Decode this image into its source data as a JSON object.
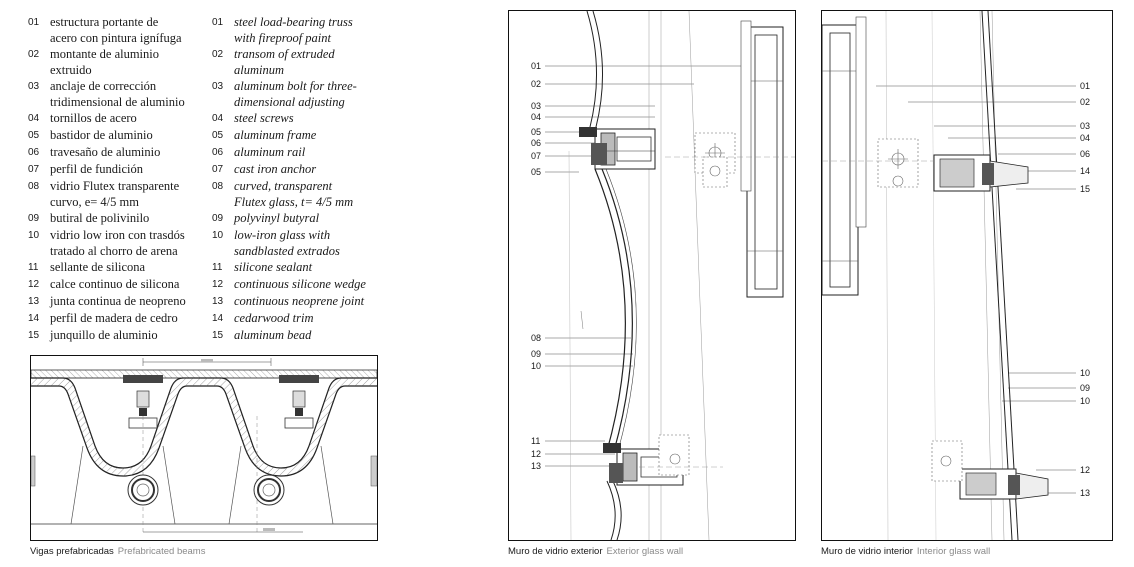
{
  "legend": {
    "spanish": [
      {
        "num": "01",
        "text": "estructura portante de\nacero con pintura ignífuga"
      },
      {
        "num": "02",
        "text": "montante de aluminio\nextruido"
      },
      {
        "num": "03",
        "text": "anclaje de corrección\ntridimensional de aluminio"
      },
      {
        "num": "04",
        "text": "tornillos de acero"
      },
      {
        "num": "05",
        "text": "bastidor de aluminio"
      },
      {
        "num": "06",
        "text": "travesaño de aluminio"
      },
      {
        "num": "07",
        "text": "perfil de fundición"
      },
      {
        "num": "08",
        "text": "vidrio Flutex transparente\ncurvo, e= 4/5 mm"
      },
      {
        "num": "09",
        "text": "butiral de polivinilo"
      },
      {
        "num": "10",
        "text": "vidrio low iron con trasdós\ntratado al chorro de arena"
      },
      {
        "num": "11",
        "text": "sellante de silicona"
      },
      {
        "num": "12",
        "text": "calce continuo de silicona"
      },
      {
        "num": "13",
        "text": "junta continua de neopreno"
      },
      {
        "num": "14",
        "text": "perfil de madera de cedro"
      },
      {
        "num": "15",
        "text": "junquillo de aluminio"
      }
    ],
    "english": [
      {
        "num": "01",
        "text": "steel load-bearing truss\nwith fireproof paint"
      },
      {
        "num": "02",
        "text": "transom of extruded\naluminum"
      },
      {
        "num": "03",
        "text": "aluminum bolt for three-\ndimensional adjusting"
      },
      {
        "num": "04",
        "text": "steel screws"
      },
      {
        "num": "05",
        "text": "aluminum frame"
      },
      {
        "num": "06",
        "text": "aluminum rail"
      },
      {
        "num": "07",
        "text": "cast iron anchor"
      },
      {
        "num": "08",
        "text": "curved, transparent\nFlutex glass, t= 4/5 mm"
      },
      {
        "num": "09",
        "text": "polyvinyl butyral"
      },
      {
        "num": "10",
        "text": "low-iron glass with\nsandblasted extrados"
      },
      {
        "num": "11",
        "text": "silicone sealant"
      },
      {
        "num": "12",
        "text": "continuous silicone wedge"
      },
      {
        "num": "13",
        "text": "continuous neoprene joint"
      },
      {
        "num": "14",
        "text": "cedarwood trim"
      },
      {
        "num": "15",
        "text": "aluminum bead"
      }
    ]
  },
  "drawings": {
    "beams": {
      "caption_es": "Vigas prefabricadas",
      "caption_en": "Prefabricated beams"
    },
    "exterior": {
      "caption_es": "Muro de vidrio exterior",
      "caption_en": "Exterior glass wall",
      "callouts_top": [
        "01",
        "02",
        "03",
        "04",
        "05",
        "06",
        "07",
        "05"
      ],
      "callouts_mid": [
        "08",
        "09",
        "10"
      ],
      "callouts_bottom": [
        "11",
        "12",
        "13"
      ]
    },
    "interior": {
      "caption_es": "Muro de vidrio interior",
      "caption_en": "Interior glass wall",
      "callouts_top": [
        "01",
        "02",
        "03",
        "04",
        "06",
        "14",
        "15"
      ],
      "callouts_mid": [
        "10",
        "09",
        "10"
      ],
      "callouts_bottom": [
        "12",
        "13"
      ]
    }
  }
}
